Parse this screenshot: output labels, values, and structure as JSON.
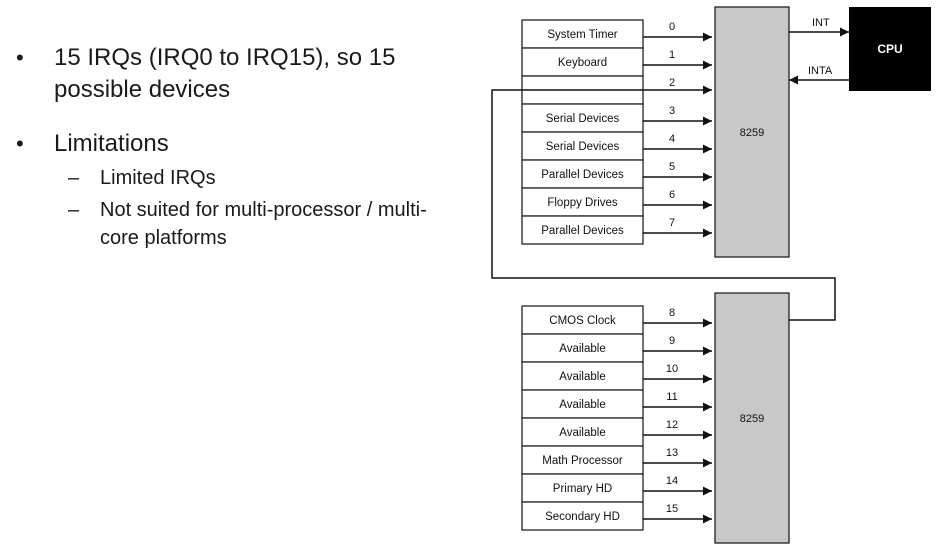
{
  "bullets": [
    {
      "text": "15 IRQs (IRQ0 to IRQ15), so 15 possible devices"
    },
    {
      "text": "Limitations"
    }
  ],
  "sub_bullets": [
    {
      "text": "Limited IRQs"
    },
    {
      "text": "Not suited for multi-processor / multi-core platforms"
    }
  ],
  "bullet_marker": "•",
  "sub_marker": "–",
  "diagram": {
    "master": {
      "chip_label": "8259",
      "devices": [
        "System Timer",
        "Keyboard",
        "",
        "Serial Devices",
        "Serial Devices",
        "Parallel Devices",
        "Floppy Drives",
        "Parallel Devices"
      ],
      "irqs": [
        "0",
        "1",
        "2",
        "3",
        "4",
        "5",
        "6",
        "7"
      ]
    },
    "slave": {
      "chip_label": "8259",
      "devices": [
        "CMOS Clock",
        "Available",
        "Available",
        "Available",
        "Available",
        "Math Processor",
        "Primary HD",
        "Secondary HD"
      ],
      "irqs": [
        "8",
        "9",
        "10",
        "11",
        "12",
        "13",
        "14",
        "15"
      ]
    },
    "cpu_label": "CPU",
    "int_label": "INT",
    "inta_label": "INTA",
    "colors": {
      "chip_fill": "#c8c8c8",
      "cpu_fill": "#000000",
      "line": "#111111"
    }
  }
}
